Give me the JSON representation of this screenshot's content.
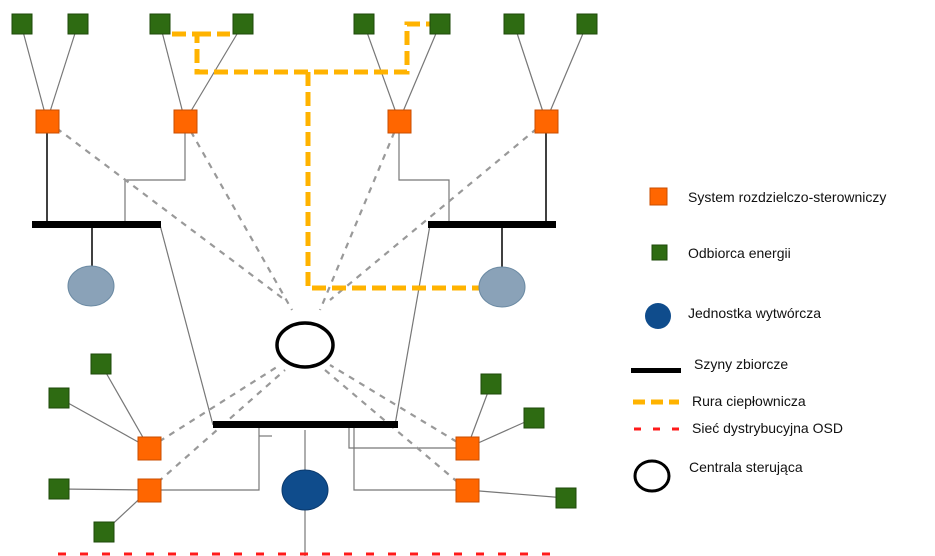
{
  "legend": {
    "system_label": "System rozdzielczo-sterowniczy",
    "consumer_label": "Odbiorca energii",
    "generator_label": "Jednostka wytwórcza",
    "busbar_label": "Szyny zbiorcze",
    "heat_pipe_label": "Rura ciepłownicza",
    "dso_network_label": "Sieć dystrybucyjna OSD",
    "control_center_label": "Centrala sterująca"
  },
  "colors": {
    "system": "#ff6600",
    "consumer": "#2e6b12",
    "generator_dark": "#0f4c8c",
    "generator_light": "#8aa2b8",
    "busbar": "#000000",
    "heat_pipe": "#ffb300",
    "dso_network": "#ff1a1a",
    "control_link": "#999999",
    "wire": "#777777"
  }
}
